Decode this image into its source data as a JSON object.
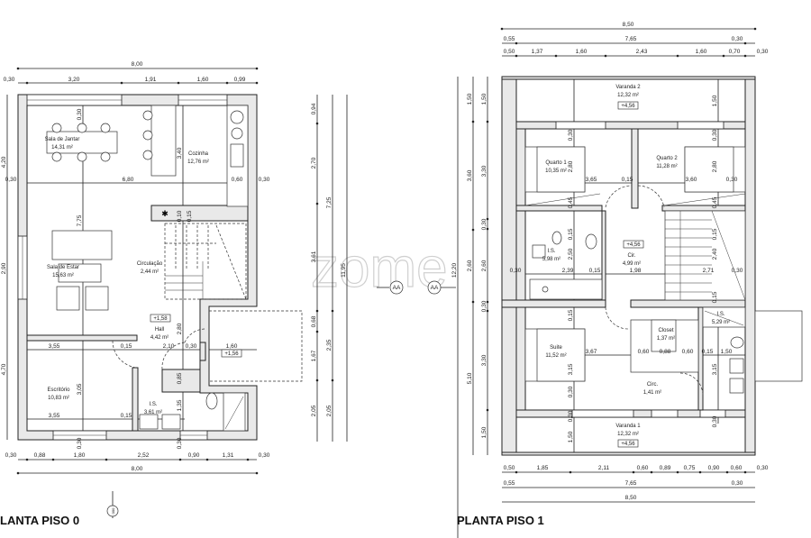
{
  "floors": [
    {
      "title": "LANTA PISO 0",
      "rooms": [
        {
          "name": "Sala de Jantar",
          "area": "14,31 m²"
        },
        {
          "name": "Cozinha",
          "area": "12,76 m²"
        },
        {
          "name": "Sala de Estar",
          "area": "15,63 m²"
        },
        {
          "name": "Circulação",
          "area": "2,44 m²"
        },
        {
          "name": "Hall",
          "area": "4,42 m²"
        },
        {
          "name": "Escritório",
          "area": "10,83 m²"
        },
        {
          "name": "I.S.",
          "area": "3,61 m²"
        }
      ],
      "levels": [
        "+1,58",
        "+1,56"
      ],
      "dims": {
        "top": [
          "8,00",
          "0,30",
          "3,20",
          "1,91",
          "1,60",
          "0,99"
        ],
        "interior": [
          "0,30",
          "6,80",
          "0,60",
          "0,30",
          "0,30",
          "3,40",
          "7,75",
          "0,10",
          "0,15",
          "3,55",
          "0,15",
          "2,10",
          "0,30",
          "1,60",
          "2,80",
          "3,05",
          "3,55",
          "0,15",
          "1,35",
          "0,85",
          "0,30",
          "0,30"
        ],
        "bottom": [
          "0,30",
          "0,88",
          "1,80",
          "2,52",
          "0,90",
          "1,31",
          "0,30",
          "8,00"
        ],
        "left": [
          "4,20",
          "2,90",
          "4,70"
        ],
        "side": [
          "0,94",
          "2,70",
          "3,61",
          "0,68",
          "1,67",
          "2,05",
          "7,25",
          "2,35",
          "2,05",
          "11,95"
        ]
      }
    },
    {
      "title": "PLANTA PISO 1",
      "rooms": [
        {
          "name": "Varanda 2",
          "area": "12,32 m²"
        },
        {
          "name": "Quarto 1",
          "area": "10,35 m²"
        },
        {
          "name": "Quarto 2",
          "area": "11,28 m²"
        },
        {
          "name": "I.S.",
          "area": "5,98 m²"
        },
        {
          "name": "Cir.",
          "area": "4,99 m²"
        },
        {
          "name": "Suite",
          "area": "11,52 m²"
        },
        {
          "name": "Closet",
          "area": "1,37 m²"
        },
        {
          "name": "I.S.",
          "area": "5,29 m²"
        },
        {
          "name": "Circ.",
          "area": "1,41 m²"
        },
        {
          "name": "Varanda 1",
          "area": "12,32 m²"
        }
      ],
      "levels": [
        "+4,56",
        "+4,56",
        "+4,56"
      ],
      "dims": {
        "top": [
          "8,50",
          "0,55",
          "7,65",
          "0,30",
          "0,50",
          "1,37",
          "1,60",
          "2,43",
          "1,60",
          "0,70",
          "0,30"
        ],
        "interior": [
          "1,50",
          "0,30",
          "2,80",
          "3,65",
          "0,15",
          "3,60",
          "0,30",
          "0,30",
          "2,80",
          "0,45",
          "0,45",
          "0,15",
          "2,50",
          "0,30",
          "2,39",
          "0,15",
          "1,98",
          "2,71",
          "0,30",
          "0,15",
          "2,40",
          "0,15",
          "0,15",
          "3,67",
          "0,60",
          "0,88",
          "0,60",
          "0,15",
          "1,50",
          "3,15",
          "3,15",
          "0,30",
          "0,30",
          "0,30",
          "1,50"
        ],
        "bottom": [
          "0,50",
          "1,85",
          "2,11",
          "0,60",
          "0,89",
          "0,75",
          "0,90",
          "0,60",
          "0,30",
          "0,55",
          "7,65",
          "0,30",
          "8,50"
        ],
        "left": [
          "12,20",
          "1,50",
          "3,60",
          "2,60",
          "5,10",
          "1,50",
          "3,30",
          "0,30",
          "2,60",
          "0,30",
          "3,30",
          "1,50"
        ]
      }
    }
  ],
  "section_markers": [
    "AA",
    "AA"
  ],
  "watermark": "zome",
  "north_marker": "000"
}
